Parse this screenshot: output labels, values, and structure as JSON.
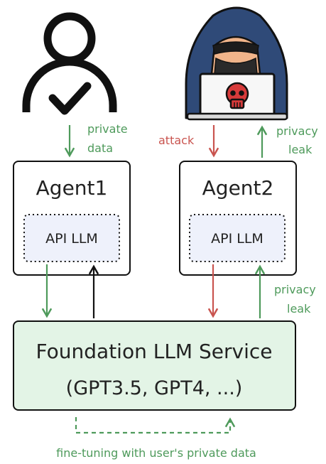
{
  "colors": {
    "green": "#4e9a5b",
    "red": "#c9544f",
    "black": "#111111",
    "service_fill": "#e3f4e6",
    "api_fill": "#eef1fb",
    "hood": "#2f4a78",
    "skull": "#d63a3a"
  },
  "icons": {
    "user": "user-check-icon",
    "hacker": "hacker-laptop-icon",
    "skull": "skull-icon"
  },
  "labels": {
    "private_data_line1": "private",
    "private_data_line2": "data",
    "attack": "attack",
    "privacy_leak_top_line1": "privacy",
    "privacy_leak_top_line2": "leak",
    "privacy_leak_bottom_line1": "privacy",
    "privacy_leak_bottom_line2": "leak"
  },
  "agent1": {
    "title": "Agent1",
    "inner": "API LLM"
  },
  "agent2": {
    "title": "Agent2",
    "inner": "API LLM"
  },
  "service": {
    "line1": "Foundation LLM Service",
    "line2": "(GPT3.5, GPT4, ...)"
  },
  "footer": {
    "text": "fine-tuning with user's private data"
  }
}
